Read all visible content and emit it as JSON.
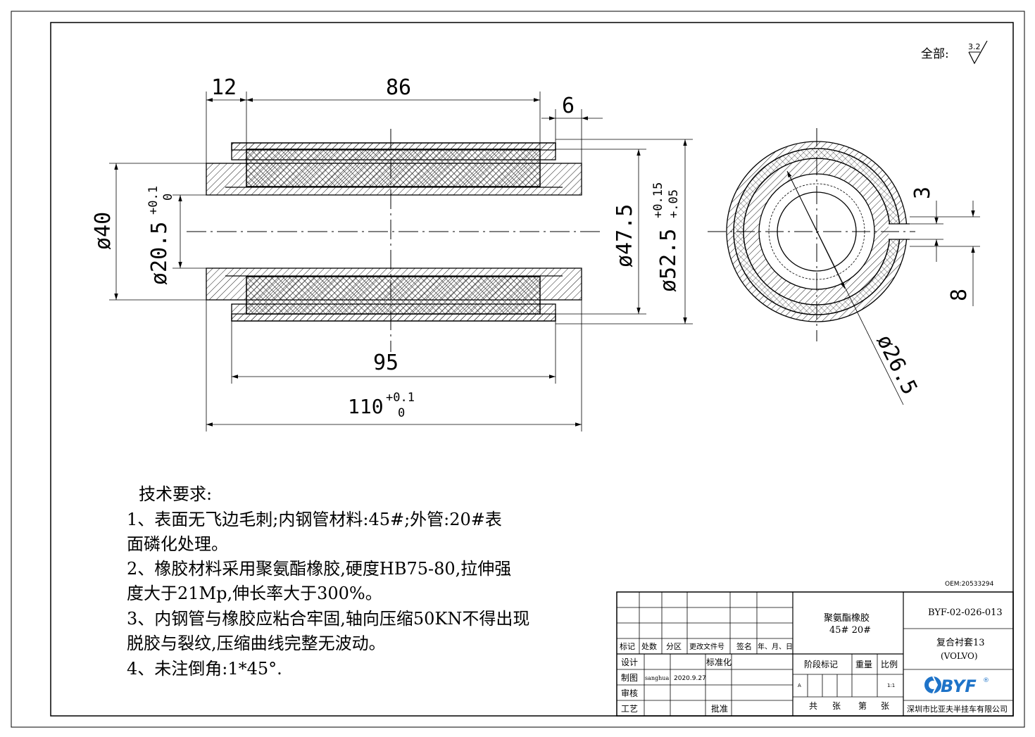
{
  "surface_note": {
    "label": "全部:",
    "value": "3.2"
  },
  "front_view": {
    "dims": {
      "d12": "12",
      "d86": "86",
      "d6": "6",
      "d95": "95",
      "d110": "110",
      "d110_tol_up": "+0.1",
      "d110_tol_low": "0",
      "d40": "ø40",
      "d20": "ø20.5",
      "d20_tol_up": "+0.1",
      "d20_tol_low": "0",
      "d47": "ø47.5",
      "d52": "ø52.5",
      "d52_tol_up": "+0.15",
      "d52_tol_low": "+.05"
    }
  },
  "side_view": {
    "dims": {
      "d3": "3",
      "d8": "8",
      "d26": "ø26.5"
    }
  },
  "notes": {
    "title": "技术要求:",
    "lines": [
      "1、表面无飞边毛刺;内钢管材料:45#;外管:20#表",
      "面磷化处理。",
      "2、橡胶材料采用聚氨酯橡胶,硬度HB75-80,拉伸强",
      "度大于21Mp,伸长率大于300%。",
      "3、内钢管与橡胶应粘合牢固,轴向压缩50KN不得出现",
      "脱胶与裂纹,压缩曲线完整无波动。",
      "4、未注倒角:1*45°."
    ]
  },
  "title_block": {
    "oem": "OEM:20533294",
    "rev_headers": [
      "标记",
      "处数",
      "分区",
      "更改文件号",
      "签名",
      "年、月、日"
    ],
    "role_design": "设计",
    "role_draw": "制图",
    "role_review": "审核",
    "role_process": "工艺",
    "standardize": "标准化",
    "approve": "批准",
    "drafter": "sanghua",
    "draw_date": "2020.9.27",
    "material_1": "聚氨酯橡胶",
    "material_2": "45# 20#",
    "stage_label": "阶段标记",
    "weight_label": "重量",
    "scale_label": "比例",
    "stage_value": "A",
    "scale_value": "1:1",
    "sheet_total": "共",
    "sheet_unit_1": "张",
    "sheet_no": "第",
    "sheet_unit_2": "张",
    "drawing_no": "BYF-02-026-013",
    "part_name": "复合衬套13",
    "part_sub": "(VOLVO)",
    "logo": "BYF",
    "company": "深圳市比亚夫半挂车有限公司"
  }
}
